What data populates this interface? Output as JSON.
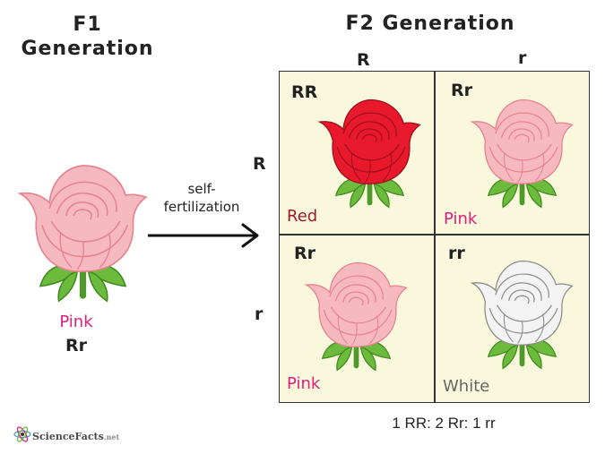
{
  "f1": {
    "title_line1": "F1",
    "title_line2": "Generation",
    "phenotype": "Pink",
    "genotype": "Rr"
  },
  "arrow": {
    "label_line1": "self-",
    "label_line2": "fertilization"
  },
  "f2": {
    "title": "F2 Generation",
    "top_alleles": [
      "R",
      "r"
    ],
    "side_alleles": [
      "R",
      "r"
    ],
    "cells": [
      {
        "genotype": "RR",
        "phenotype": "Red",
        "phenotype_color": "#9b1b30",
        "flower_color": "red"
      },
      {
        "genotype": "Rr",
        "phenotype": "Pink",
        "phenotype_color": "#e0207a",
        "flower_color": "pink"
      },
      {
        "genotype": "Rr",
        "phenotype": "Pink",
        "phenotype_color": "#e0207a",
        "flower_color": "pink"
      },
      {
        "genotype": "rr",
        "phenotype": "White",
        "phenotype_color": "#666666",
        "flower_color": "white"
      }
    ],
    "ratio": "1 RR: 2 Rr: 1 rr"
  },
  "colors": {
    "pink_text": "#e0207a",
    "grid_fill": "#faf8dc",
    "rose_red": "#e8192c",
    "rose_pink": "#f7b9c0",
    "rose_white": "#f2f2f2",
    "leaf_green": "#6dbb3c"
  },
  "logo": {
    "brand": "ScienceFacts",
    "suffix": ".net"
  }
}
